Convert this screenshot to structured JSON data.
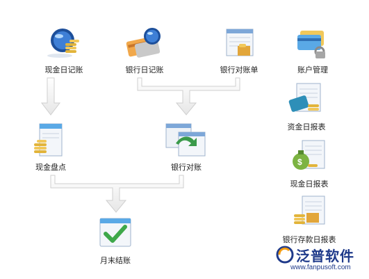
{
  "nodes": {
    "cash_journal": {
      "label": "现金日记账"
    },
    "bank_journal": {
      "label": "银行日记账"
    },
    "bank_statement": {
      "label": "银行对账单"
    },
    "account_mgmt": {
      "label": "账户管理"
    },
    "cash_count": {
      "label": "现金盘点"
    },
    "bank_reconcile": {
      "label": "银行对账"
    },
    "cash_report": {
      "label": "资金日报表"
    },
    "cash_daily": {
      "label": "现金日报表"
    },
    "month_close": {
      "label": "月末结账"
    },
    "bank_deposit_daily": {
      "label": "银行存款日报表"
    }
  },
  "logo": {
    "name": "泛普软件",
    "url": "www.fanpusoft.com"
  },
  "colors": {
    "accent": "#1f3a8a",
    "line": "#cfcfcf",
    "gold": "#e2b43a"
  }
}
